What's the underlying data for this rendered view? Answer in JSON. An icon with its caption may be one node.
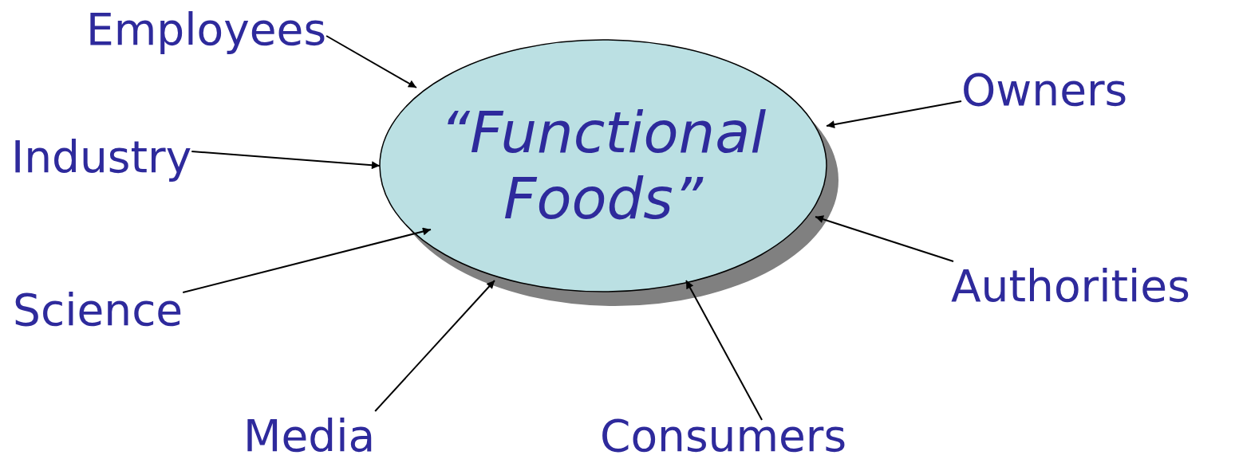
{
  "diagram": {
    "nodes": [
      {
        "text": [
          "“Functional Foods”"
        ]
      },
      {
        "text": [
          "Employees"
        ]
      },
      {
        "text": [
          "Industry"
        ]
      },
      {
        "text": [
          "Science"
        ]
      },
      {
        "text": [
          "Media"
        ]
      },
      {
        "text": [
          "Consumers"
        ]
      },
      {
        "text": [
          "Owners"
        ]
      },
      {
        "text": [
          "Authorities"
        ]
      }
    ],
    "edges": [
      {
        "from": 1,
        "to": 0,
        "arrow": "to"
      },
      {
        "from": 2,
        "to": 0,
        "arrow": "to"
      },
      {
        "from": 3,
        "to": 0,
        "arrow": "to"
      },
      {
        "from": 4,
        "to": 0,
        "arrow": "to"
      },
      {
        "from": 5,
        "to": 0,
        "arrow": "to"
      },
      {
        "from": 6,
        "to": 0,
        "arrow": "to"
      },
      {
        "from": 7,
        "to": 0,
        "arrow": "to"
      }
    ]
  }
}
